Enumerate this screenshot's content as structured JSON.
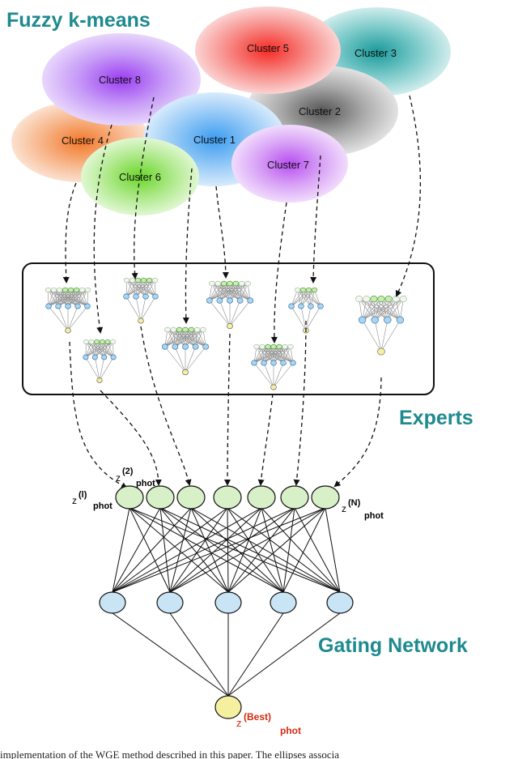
{
  "title": "Fuzzy k-means",
  "experts_label": "Experts",
  "gating_label": "Gating Network",
  "clusters": [
    {
      "id": "cluster-8",
      "label": "Cluster 8",
      "color": "#9b3df0"
    },
    {
      "id": "cluster-5",
      "label": "Cluster 5",
      "color": "#f52a24"
    },
    {
      "id": "cluster-3",
      "label": "Cluster 3",
      "color": "#1a9a9a"
    },
    {
      "id": "cluster-2",
      "label": "Cluster 2",
      "color": "#555555"
    },
    {
      "id": "cluster-4",
      "label": "Cluster 4",
      "color": "#f2782a"
    },
    {
      "id": "cluster-1",
      "label": "Cluster 1",
      "color": "#3b9df0"
    },
    {
      "id": "cluster-6",
      "label": "Cluster 6",
      "color": "#6ad62a"
    },
    {
      "id": "cluster-7",
      "label": "Cluster 7",
      "color": "#b84ef0"
    }
  ],
  "outputs": {
    "first": {
      "base": "z",
      "sup": "(l)",
      "sub": "phot"
    },
    "second": {
      "base": "z",
      "sup": "(2)",
      "sub": "phot"
    },
    "last": {
      "base": "z",
      "sup": "(N)",
      "sub": "phot"
    },
    "best": {
      "base": "z",
      "sup": "(Best)",
      "sub": "phot"
    }
  },
  "colors": {
    "title_teal": "#1e8a8f",
    "output_node_fill": "#d8f0c8",
    "hidden_node_fill": "#c8e4f5",
    "best_node_fill": "#f5f0a0",
    "best_label": "#d42a10"
  },
  "caption": "implementation of the WGE method described in this paper. The ellipses associa"
}
